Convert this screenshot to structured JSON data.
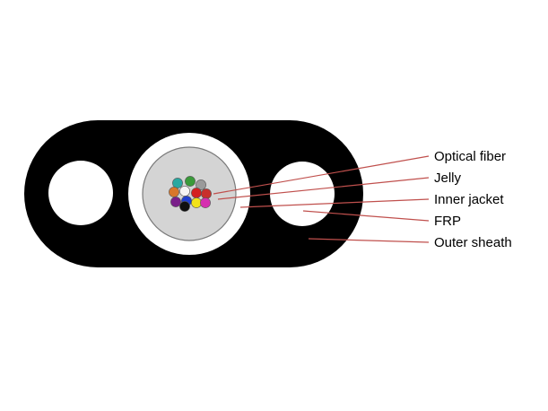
{
  "diagram": {
    "colors": {
      "sheath": "#000000",
      "background": "#ffffff",
      "jelly": "#d4d4d4",
      "leader_line": "#c0504d"
    },
    "fibers": [
      {
        "name": "fiber-teal",
        "color": "#2aa8a0"
      },
      {
        "name": "fiber-green",
        "color": "#3a9a3a"
      },
      {
        "name": "fiber-gray",
        "color": "#9a9a9a"
      },
      {
        "name": "fiber-orange",
        "color": "#d8772a"
      },
      {
        "name": "fiber-white",
        "color": "#f4f4f4"
      },
      {
        "name": "fiber-blue",
        "color": "#1f3fcf"
      },
      {
        "name": "fiber-red",
        "color": "#d42020"
      },
      {
        "name": "fiber-purple",
        "color": "#7a1f8a"
      },
      {
        "name": "fiber-yellow",
        "color": "#f2e21a"
      },
      {
        "name": "fiber-black",
        "color": "#101010"
      },
      {
        "name": "fiber-magenta",
        "color": "#d62fb0"
      },
      {
        "name": "fiber-red-2",
        "color": "#c8302c"
      }
    ],
    "labels": [
      {
        "name": "label-optical-fiber",
        "text": "Optical fiber"
      },
      {
        "name": "label-jelly",
        "text": "Jelly"
      },
      {
        "name": "label-inner-jacket",
        "text": "Inner jacket"
      },
      {
        "name": "label-frp",
        "text": "FRP"
      },
      {
        "name": "label-outer-sheath",
        "text": "Outer sheath"
      }
    ]
  }
}
